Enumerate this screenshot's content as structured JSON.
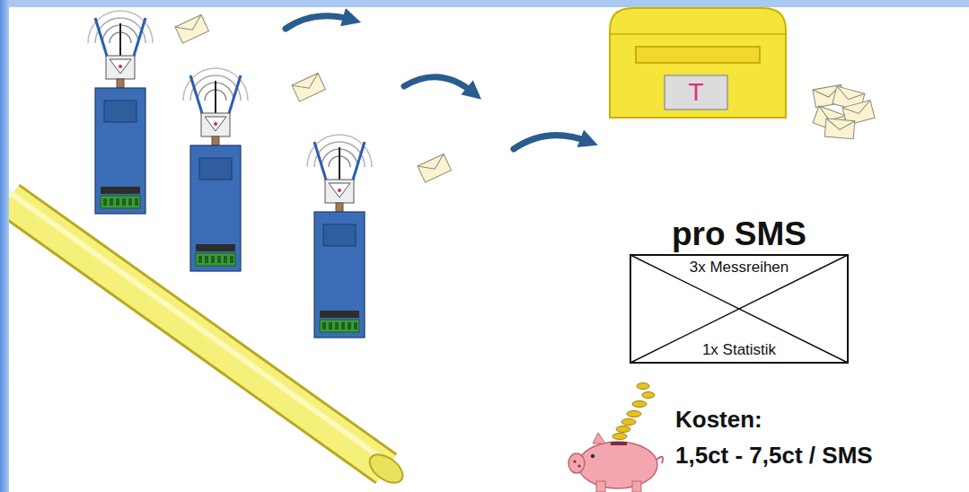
{
  "diagram": {
    "nodes": [
      {
        "text": [
          "T"
        ]
      },
      {
        "text": [
          "pro SMS",
          "3x Messreihen",
          "1x Statistik"
        ]
      }
    ],
    "labels": [
      "Kosten:",
      "1,5ct - 7,5ct / SMS"
    ]
  }
}
